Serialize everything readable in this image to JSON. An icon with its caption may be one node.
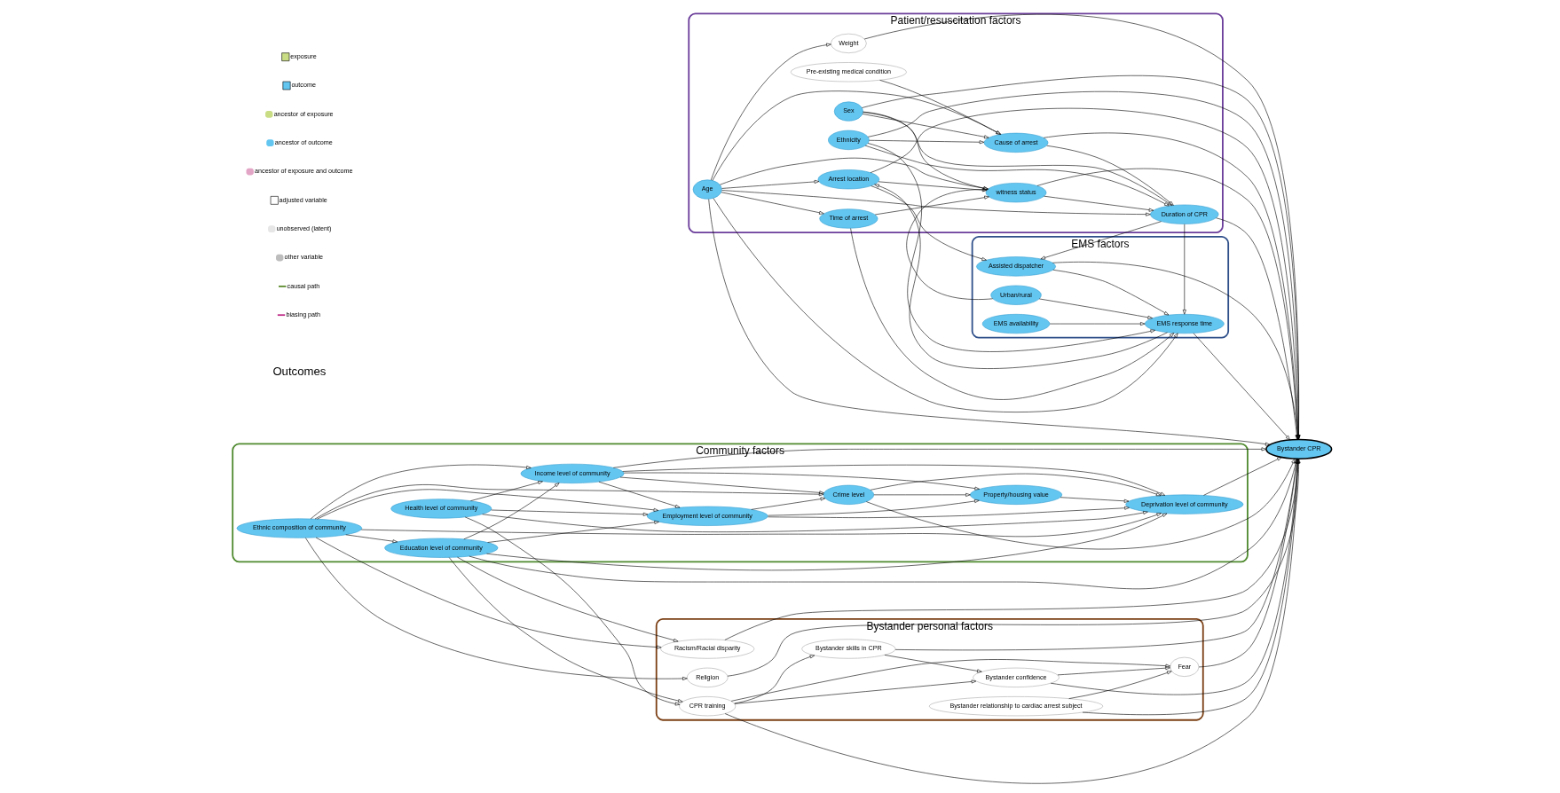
{
  "diagram": {
    "nodes": [
      {
        "text": [
          "Patient/resuscitation factors"
        ]
      },
      {
        "text": [
          "Pre-existing medical condition"
        ],
        "in": 0
      },
      {
        "text": [
          "Cause of arrest"
        ],
        "in": 0
      },
      {
        "text": [
          "Weight"
        ],
        "in": 0
      },
      {
        "text": [
          "Sex"
        ],
        "in": 0
      },
      {
        "text": [
          "Duration of CPR"
        ],
        "in": 0
      },
      {
        "text": [
          "Ethnicity"
        ],
        "in": 0
      },
      {
        "text": [
          "witness status"
        ],
        "in": 0
      },
      {
        "text": [
          "Age"
        ],
        "in": 0
      },
      {
        "text": [
          "Arrest location"
        ],
        "in": 0
      },
      {
        "text": [
          "Time of arrest"
        ],
        "in": 0
      },
      {
        "text": [
          "Bystander personal factors"
        ]
      },
      {
        "text": [
          "Bystander skills in CPR"
        ],
        "in": 11
      },
      {
        "text": [
          "CPR training"
        ],
        "in": 11
      },
      {
        "text": [
          "Bystander confidence"
        ],
        "in": 11
      },
      {
        "text": [
          "Bystander relationship to cardiac arrest subject"
        ],
        "in": 11
      },
      {
        "text": [
          "Fear"
        ],
        "in": 11
      },
      {
        "text": [
          "Religion"
        ],
        "in": 11
      },
      {
        "text": [
          "Racism/Racial disparity"
        ],
        "in": 11
      },
      {
        "text": [
          "Bystander CPR"
        ]
      },
      {
        "text": [
          "EMS factors"
        ]
      },
      {
        "text": [
          "Urban/rural"
        ],
        "in": 20
      },
      {
        "text": [
          "EMS response time"
        ],
        "in": 20
      },
      {
        "text": [
          "Assisted dispatcher"
        ],
        "in": 20
      },
      {
        "text": [
          "EMS availability"
        ],
        "in": 20
      },
      {
        "text": [
          "Community factors"
        ]
      },
      {
        "text": [
          "Health level of community"
        ],
        "in": 25
      },
      {
        "text": [
          "Ethnic composition of community"
        ],
        "in": 25
      },
      {
        "text": [
          "Education level of community"
        ],
        "in": 25
      },
      {
        "text": [
          "Income level of community"
        ],
        "in": 25
      },
      {
        "text": [
          "Deprivation level of community"
        ],
        "in": 25
      },
      {
        "text": [
          "Employment level of community"
        ],
        "in": 25
      },
      {
        "text": [
          "Crime level"
        ],
        "in": 25
      },
      {
        "text": [
          "Property/housing value"
        ],
        "in": 25
      }
    ],
    "edges": [
      {
        "from": 1,
        "to": 2,
        "arrow": "to"
      },
      {
        "from": 4,
        "to": 2,
        "arrow": "to"
      },
      {
        "from": 4,
        "to": 5,
        "arrow": "to"
      },
      {
        "from": 4,
        "to": 7,
        "arrow": "to"
      },
      {
        "from": 4,
        "to": 19,
        "arrow": "to"
      },
      {
        "from": 2,
        "to": 5,
        "arrow": "to"
      },
      {
        "from": 2,
        "to": 19,
        "arrow": "to"
      },
      {
        "from": 6,
        "to": 2,
        "arrow": "to"
      },
      {
        "from": 6,
        "to": 5,
        "arrow": "to"
      },
      {
        "from": 6,
        "to": 19,
        "arrow": "to"
      },
      {
        "from": 6,
        "to": 22,
        "arrow": "to"
      },
      {
        "from": 8,
        "to": 2,
        "arrow": "to"
      },
      {
        "from": 8,
        "to": 3,
        "arrow": "to"
      },
      {
        "from": 8,
        "to": 5,
        "arrow": "to"
      },
      {
        "from": 8,
        "to": 7,
        "arrow": "to"
      },
      {
        "from": 8,
        "to": 19,
        "arrow": "to"
      },
      {
        "from": 8,
        "to": 9,
        "arrow": "to"
      },
      {
        "from": 8,
        "to": 10,
        "arrow": "to"
      },
      {
        "from": 8,
        "to": 22,
        "arrow": "to"
      },
      {
        "from": 3,
        "to": 19,
        "arrow": "to"
      },
      {
        "from": 7,
        "to": 5,
        "arrow": "to"
      },
      {
        "from": 7,
        "to": 19,
        "arrow": "to"
      },
      {
        "from": 5,
        "to": 19,
        "arrow": "to"
      },
      {
        "from": 5,
        "to": 22,
        "arrow": "to"
      },
      {
        "from": 5,
        "to": 23,
        "arrow": "to"
      },
      {
        "from": 10,
        "to": 7,
        "arrow": "to"
      },
      {
        "from": 10,
        "to": 22,
        "arrow": "to"
      },
      {
        "from": 9,
        "to": 7,
        "arrow": "to"
      },
      {
        "from": 9,
        "to": 19,
        "arrow": "to"
      },
      {
        "from": 9,
        "to": 23,
        "arrow": "to"
      },
      {
        "from": 21,
        "to": 7,
        "arrow": "to"
      },
      {
        "from": 21,
        "to": 22,
        "arrow": "to"
      },
      {
        "from": 22,
        "to": 9,
        "arrow": "to"
      },
      {
        "from": 22,
        "to": 19,
        "arrow": "to"
      },
      {
        "from": 23,
        "to": 22,
        "arrow": "to"
      },
      {
        "from": 23,
        "to": 19,
        "arrow": "to"
      },
      {
        "from": 24,
        "to": 22,
        "arrow": "to"
      },
      {
        "from": 13,
        "to": 12,
        "arrow": "to"
      },
      {
        "from": 13,
        "to": 14,
        "arrow": "to"
      },
      {
        "from": 13,
        "to": 16,
        "arrow": "to"
      },
      {
        "from": 13,
        "to": 19,
        "arrow": "to"
      },
      {
        "from": 12,
        "to": 14,
        "arrow": "to"
      },
      {
        "from": 12,
        "to": 19,
        "arrow": "to"
      },
      {
        "from": 14,
        "to": 16,
        "arrow": "to"
      },
      {
        "from": 14,
        "to": 19,
        "arrow": "to"
      },
      {
        "from": 15,
        "to": 16,
        "arrow": "to"
      },
      {
        "from": 15,
        "to": 19,
        "arrow": "to"
      },
      {
        "from": 16,
        "to": 19,
        "arrow": "to"
      },
      {
        "from": 17,
        "to": 19,
        "arrow": "to"
      },
      {
        "from": 18,
        "to": 19,
        "arrow": "to"
      },
      {
        "from": 26,
        "to": 13,
        "arrow": "to"
      },
      {
        "from": 26,
        "to": 29,
        "arrow": "to"
      },
      {
        "from": 26,
        "to": 30,
        "arrow": "to"
      },
      {
        "from": 26,
        "to": 31,
        "arrow": "to"
      },
      {
        "from": 27,
        "to": 17,
        "arrow": "to"
      },
      {
        "from": 27,
        "to": 18,
        "arrow": "to"
      },
      {
        "from": 27,
        "to": 28,
        "arrow": "to"
      },
      {
        "from": 27,
        "to": 29,
        "arrow": "to"
      },
      {
        "from": 27,
        "to": 30,
        "arrow": "to"
      },
      {
        "from": 27,
        "to": 31,
        "arrow": "to"
      },
      {
        "from": 27,
        "to": 32,
        "arrow": "to"
      },
      {
        "from": 28,
        "to": 18,
        "arrow": "to"
      },
      {
        "from": 28,
        "to": 13,
        "arrow": "to"
      },
      {
        "from": 28,
        "to": 19,
        "arrow": "to"
      },
      {
        "from": 28,
        "to": 29,
        "arrow": "to"
      },
      {
        "from": 28,
        "to": 30,
        "arrow": "to"
      },
      {
        "from": 28,
        "to": 31,
        "arrow": "to"
      },
      {
        "from": 29,
        "to": 19,
        "arrow": "to"
      },
      {
        "from": 29,
        "to": 30,
        "arrow": "to"
      },
      {
        "from": 29,
        "to": 33,
        "arrow": "to"
      },
      {
        "from": 29,
        "to": 32,
        "arrow": "to"
      },
      {
        "from": 29,
        "to": 31,
        "arrow": "to"
      },
      {
        "from": 30,
        "to": 19,
        "arrow": "to"
      },
      {
        "from": 31,
        "to": 30,
        "arrow": "to"
      },
      {
        "from": 31,
        "to": 33,
        "arrow": "to"
      },
      {
        "from": 31,
        "to": 32,
        "arrow": "to"
      },
      {
        "from": 32,
        "to": 33,
        "arrow": "to"
      },
      {
        "from": 32,
        "to": 30,
        "arrow": "to"
      },
      {
        "from": 32,
        "to": 19,
        "arrow": "to"
      },
      {
        "from": 33,
        "to": 30,
        "arrow": "to"
      }
    ],
    "labels": [
      "Outcomes"
    ],
    "legend": [
      {
        "text": "exposure"
      },
      {
        "text": "outcome"
      },
      {
        "text": "ancestor of exposure",
        "color": "#c9dd85"
      },
      {
        "text": "ancestor of outcome",
        "color": "#63c6f1"
      },
      {
        "text": "ancestor of exposure and outcome",
        "color": "#e3a5c5"
      },
      {
        "text": "adjusted variable"
      },
      {
        "text": "unobserved (latent)",
        "color": "#e6e6e6"
      },
      {
        "text": "other variable",
        "color": "#bdbdbd"
      },
      {
        "text": "causal path"
      },
      {
        "text": "biasing path"
      }
    ]
  }
}
